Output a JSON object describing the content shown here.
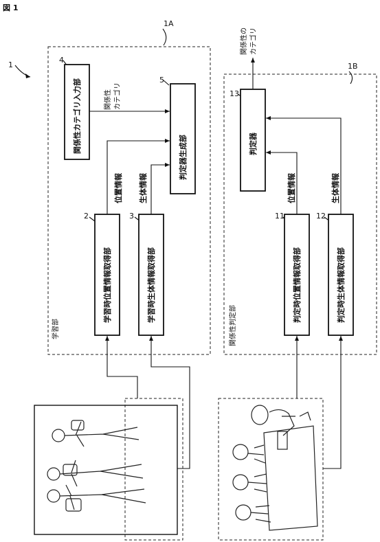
{
  "figure_label": "図 1",
  "refs": {
    "system": "1",
    "learning_unit": "1A",
    "judging_unit": "1B",
    "category_input": "4",
    "generator": "5",
    "pos_acq": "2",
    "bio_acq": "3",
    "judge": "13",
    "judge_pos_acq": "11",
    "judge_bio_acq": "12"
  },
  "labels": {
    "learning_section": "学習部",
    "judging_section": "関係性判定部",
    "category_input": "関係性カテゴリ入力部",
    "generator": "判定器生成部",
    "pos_acq": "学習時位置情報取得部",
    "bio_acq": "学習時生体情報取得部",
    "judge": "判定器",
    "judge_pos_acq": "判定時位置情報取得部",
    "judge_bio_acq": "判定時生体情報取得部",
    "pos_info_a": "位置情報",
    "bio_info_a": "生体情報",
    "pos_info_b": "位置情報",
    "bio_info_b": "生体情報",
    "category_arrow_1": "関係性",
    "category_arrow_2": "カテゴリ",
    "output_1": "関係性の",
    "output_2": "カテゴリ"
  },
  "illustrations": {
    "top": "people-walking-with-bags-illustration",
    "bottom": "people-at-meeting-table-illustration"
  }
}
